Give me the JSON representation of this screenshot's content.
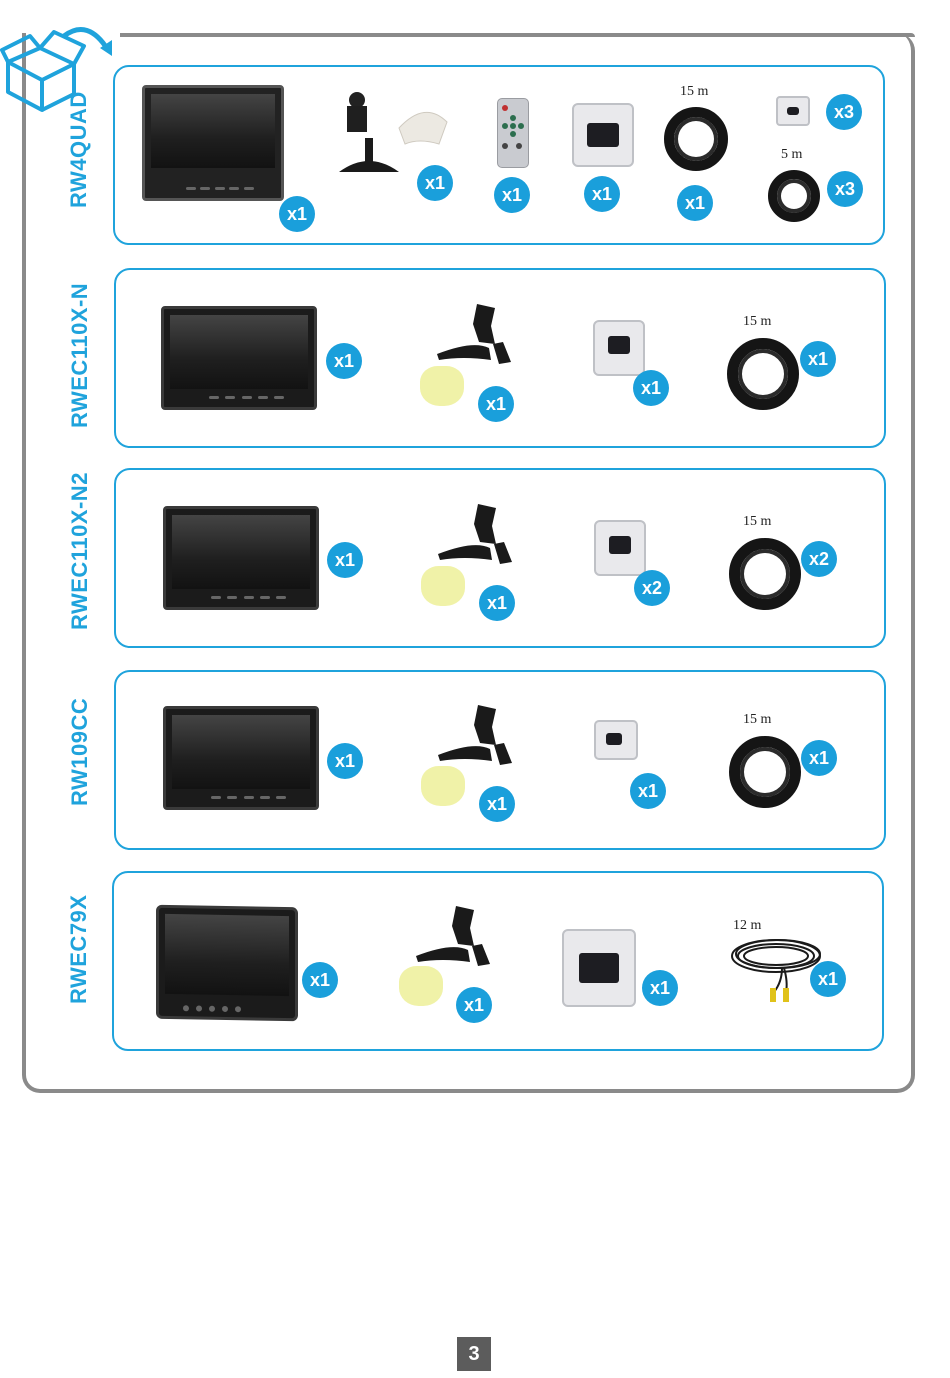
{
  "page_number": "3",
  "kits": [
    {
      "model": "RW4QUAD",
      "items": [
        {
          "name": "monitor",
          "qty": "x1"
        },
        {
          "name": "mount",
          "qty": "x1"
        },
        {
          "name": "remote",
          "qty": "x1"
        },
        {
          "name": "camera",
          "qty": "x1"
        },
        {
          "name": "cable",
          "length": "15 m",
          "qty": "x1"
        },
        {
          "name": "connector",
          "qty": "x3"
        },
        {
          "name": "cable",
          "length": "5 m",
          "qty": "x3"
        }
      ]
    },
    {
      "model": "RWEC110X-N",
      "items": [
        {
          "name": "monitor",
          "qty": "x1"
        },
        {
          "name": "mount",
          "qty": "x1"
        },
        {
          "name": "camera",
          "qty": "x1"
        },
        {
          "name": "cable",
          "length": "15 m",
          "qty": "x1"
        }
      ]
    },
    {
      "model": "RWEC110X-N2",
      "items": [
        {
          "name": "monitor",
          "qty": "x1"
        },
        {
          "name": "mount",
          "qty": "x1"
        },
        {
          "name": "camera",
          "qty": "x2"
        },
        {
          "name": "cable",
          "length": "15 m",
          "qty": "x2"
        }
      ]
    },
    {
      "model": "RW109CC",
      "items": [
        {
          "name": "monitor",
          "qty": "x1"
        },
        {
          "name": "mount",
          "qty": "x1"
        },
        {
          "name": "camera",
          "qty": "x1"
        },
        {
          "name": "cable",
          "length": "15 m",
          "qty": "x1"
        }
      ]
    },
    {
      "model": "RWEC79X",
      "items": [
        {
          "name": "monitor",
          "qty": "x1"
        },
        {
          "name": "mount",
          "qty": "x1"
        },
        {
          "name": "camera",
          "qty": "x1"
        },
        {
          "name": "cable",
          "length": "12 m",
          "qty": "x1"
        }
      ]
    }
  ]
}
